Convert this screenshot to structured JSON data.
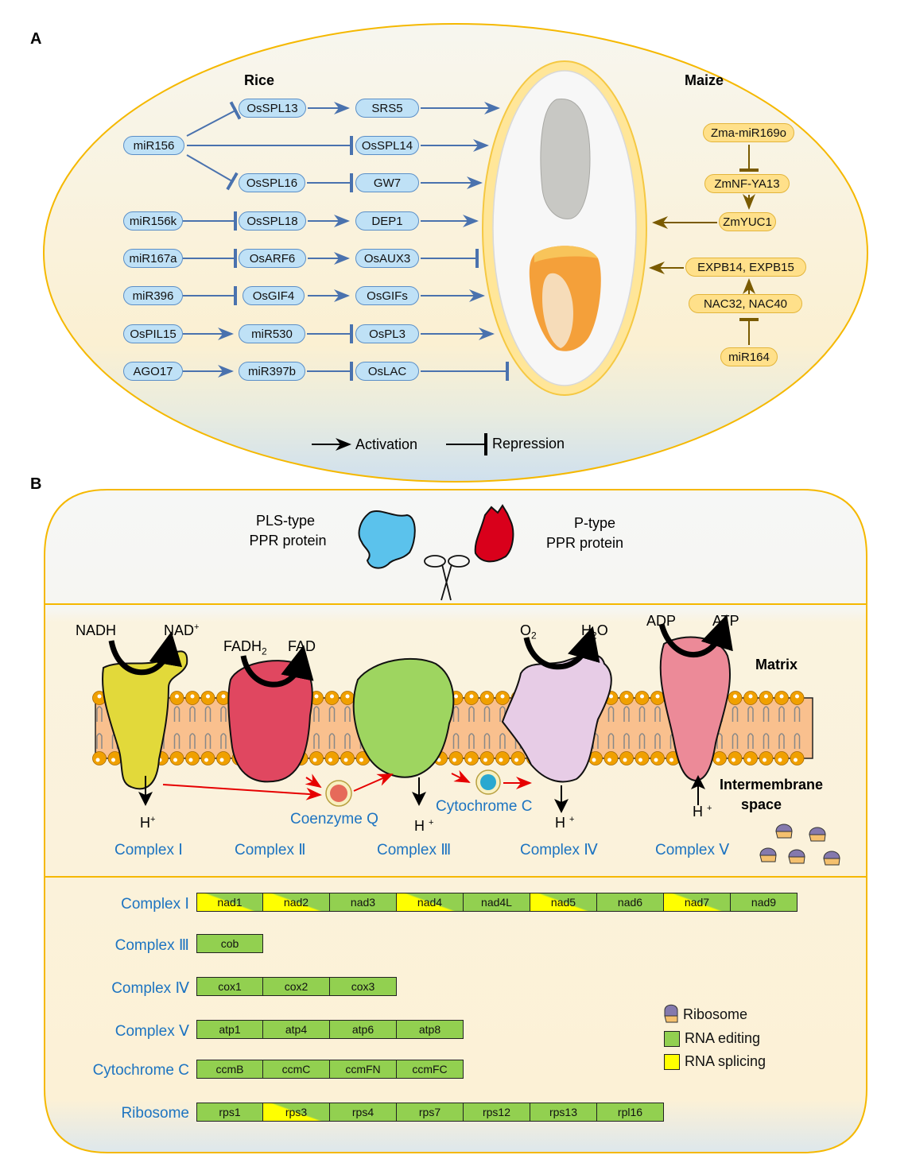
{
  "panel_a": {
    "label": "A",
    "rice_title": "Rice",
    "maize_title": "Maize",
    "rice_nodes": {
      "miR156": "miR156",
      "OsSPL13": "OsSPL13",
      "SRS5": "SRS5",
      "OsSPL14": "OsSPL14",
      "OsSPL16": "OsSPL16",
      "GW7": "GW7",
      "miR156k": "miR156k",
      "OsSPL18": "OsSPL18",
      "DEP1": "DEP1",
      "miR167a": "miR167a",
      "OsARF6": "OsARF6",
      "OsAUX3": "OsAUX3",
      "miR396": "miR396",
      "OsGIF4": "OsGIF4",
      "OsGIFs": "OsGIFs",
      "OsPIL15": "OsPIL15",
      "miR530": "miR530",
      "OsPL3": "OsPL3",
      "AGO17": "AGO17",
      "miR397b": "miR397b",
      "OsLAC": "OsLAC"
    },
    "maize_nodes": {
      "miR169o": "Zma-miR169o",
      "NFYA13": "ZmNF-YA13",
      "YUC1": "ZmYUC1",
      "EXPB": "EXPB14, EXPB15",
      "NAC": "NAC32, NAC40",
      "miR164": "miR164"
    },
    "legend": {
      "activation": "Activation",
      "repression": "Repression"
    },
    "colors": {
      "rice_edge": "#4a72ae",
      "maize_edge": "#7a5b00",
      "outline": "#f5b800"
    }
  },
  "panel_b": {
    "label": "B",
    "proteins": {
      "pls": [
        "PLS-type",
        "PPR protein"
      ],
      "p": [
        "P-type",
        "PPR protein"
      ]
    },
    "membrane": {
      "nadh": "NADH",
      "nad": "NAD",
      "nad_sup": "+",
      "fadh": "FADH",
      "fadh_sub": "2",
      "fad": "FAD",
      "o2": "O",
      "o2_sub": "2",
      "h2o_h": "H",
      "h2o_sub": "2",
      "h2o_o": "O",
      "adp": "ADP",
      "atp": "ATP",
      "matrix": "Matrix",
      "intermembrane": [
        "Intermembrane",
        "space"
      ],
      "hplus": "H",
      "plus": "+",
      "coenzyme_q": "Coenzyme Q",
      "cytochrome_c": "Cytochrome C",
      "complexes": [
        "Complex Ⅰ",
        "Complex Ⅱ",
        "Complex Ⅲ",
        "Complex Ⅳ",
        "Complex Ⅴ"
      ]
    },
    "gene_table": [
      {
        "label": "Complex Ⅰ",
        "genes": [
          {
            "name": "nad1",
            "type": "splicing"
          },
          {
            "name": "nad2",
            "type": "splicing"
          },
          {
            "name": "nad3",
            "type": "editing"
          },
          {
            "name": "nad4",
            "type": "splicing"
          },
          {
            "name": "nad4L",
            "type": "editing"
          },
          {
            "name": "nad5",
            "type": "splicing"
          },
          {
            "name": "nad6",
            "type": "editing"
          },
          {
            "name": "nad7",
            "type": "splicing"
          },
          {
            "name": "nad9",
            "type": "editing"
          }
        ]
      },
      {
        "label": "Complex Ⅲ",
        "genes": [
          {
            "name": "cob",
            "type": "editing"
          }
        ]
      },
      {
        "label": "Complex Ⅳ",
        "genes": [
          {
            "name": "cox1",
            "type": "editing"
          },
          {
            "name": "cox2",
            "type": "editing"
          },
          {
            "name": "cox3",
            "type": "editing"
          }
        ]
      },
      {
        "label": "Complex Ⅴ",
        "genes": [
          {
            "name": "atp1",
            "type": "editing"
          },
          {
            "name": "atp4",
            "type": "editing"
          },
          {
            "name": "atp6",
            "type": "editing"
          },
          {
            "name": "atp8",
            "type": "editing"
          }
        ]
      },
      {
        "label": "Cytochrome C",
        "genes": [
          {
            "name": "ccmB",
            "type": "editing"
          },
          {
            "name": "ccmC",
            "type": "editing"
          },
          {
            "name": "ccmFN",
            "type": "editing"
          },
          {
            "name": "ccmFC",
            "type": "editing"
          }
        ]
      },
      {
        "label": "Ribosome",
        "genes": [
          {
            "name": "rps1",
            "type": "editing"
          },
          {
            "name": "rps3",
            "type": "splicing"
          },
          {
            "name": "rps4",
            "type": "editing"
          },
          {
            "name": "rps7",
            "type": "editing"
          },
          {
            "name": "rps12",
            "type": "editing"
          },
          {
            "name": "rps13",
            "type": "editing"
          },
          {
            "name": "rpl16",
            "type": "editing"
          }
        ]
      }
    ],
    "legend": {
      "ribosome": "Ribosome",
      "editing": "RNA editing",
      "splicing": "RNA splicing"
    },
    "colors": {
      "editing": "#92d050",
      "splicing": "#ffff00",
      "label_blue": "#1d74c1",
      "outline": "#f5b800"
    }
  }
}
